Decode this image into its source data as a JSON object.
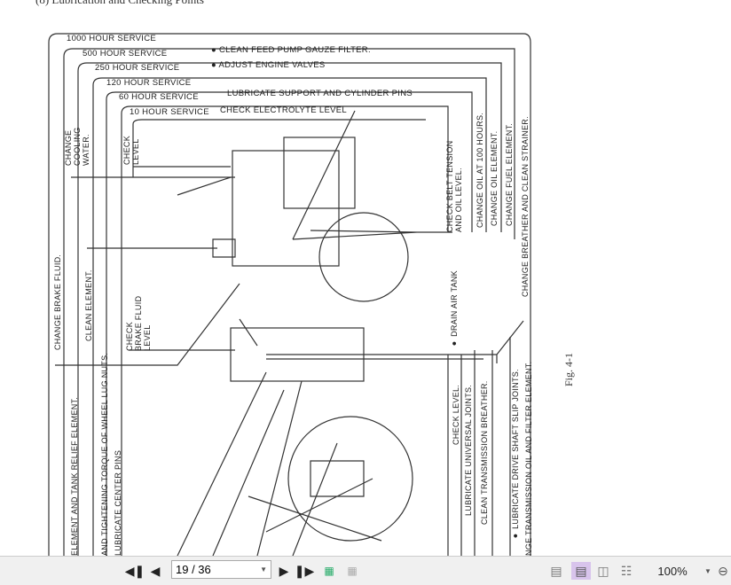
{
  "document": {
    "header": "(8) Lubrication and Checking Points",
    "figure_label": "Fig. 4-1",
    "service_intervals": [
      {
        "label": "1000 HOUR SERVICE",
        "item": ""
      },
      {
        "label": "500 HOUR SERVICE",
        "item": "● CLEAN FEED PUMP GAUZE FILTER."
      },
      {
        "label": "250 HOUR SERVICE",
        "item": "● ADJUST ENGINE VALVES"
      },
      {
        "label": "120 HOUR SERVICE",
        "item": ""
      },
      {
        "label": "60 HOUR SERVICE",
        "item": "LUBRICATE SUPPORT AND CYLINDER PINS"
      },
      {
        "label": "10 HOUR SERVICE",
        "item": "CHECK ELECTROLYTE LEVEL"
      }
    ],
    "left_labels": {
      "change_cooling_water": "CHANGE COOLING WATER.",
      "check_level": "CHECK LEVEL",
      "change_brake_fluid": "CHANGE BRAKE FLUID.",
      "clean_element": "CLEAN ELEMENT.",
      "check_brake_fluid": "CHECK BRAKE FLUID LEVEL",
      "tank_relief": "ELEMENT AND TANK RELIEF ELEMENT.",
      "wheel_lug": "AND TIGHTENING TORQUE OF WHEEL LUG NUTS.",
      "center_pins": "LUBRICATE CENTER PINS"
    },
    "right_labels": {
      "belt_tension": "CHECK BELT TENSION AND OIL LEVEL.",
      "oil_100": "CHANGE OIL AT 100 HOURS.",
      "oil_element": "CHANGE OIL ELEMENT.",
      "fuel_element": "CHANGE FUEL ELEMENT.",
      "breather": "CHANGE BREATHER AND CLEAN STRAINER.",
      "drain_air": "● DRAIN AIR TANK",
      "check_level": "CHECK LEVEL.",
      "universal_joints": "LUBRICATE UNIVERSAL JOINTS.",
      "trans_breather": "CLEAN TRANSMISSION BREATHER.",
      "slip_joints": "● LUBRICATE DRIVE SHAFT SLIP JOINTS.",
      "trans_oil": "NGE TRANSMISSION OIL AND FILTER ELEMENT."
    }
  },
  "toolbar": {
    "page_value": "19 / 36",
    "zoom": "100%",
    "icons": [
      "first-page-icon",
      "prev-page-icon",
      "next-page-icon",
      "last-page-icon",
      "extract-page-icon",
      "insert-page-icon",
      "single-page-icon",
      "continuous-page-icon",
      "two-page-icon",
      "two-page-continuous-icon",
      "zoom-out-icon"
    ],
    "active_view": "continuous-page",
    "active_color": "#d8c4ec"
  }
}
